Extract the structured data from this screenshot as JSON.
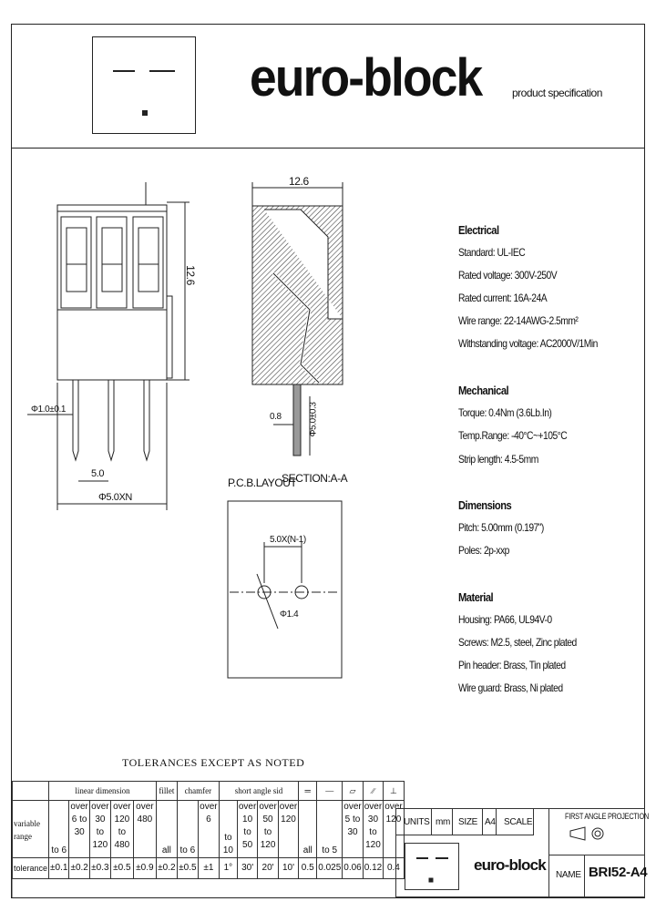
{
  "header": {
    "brand": "euro-block",
    "subtitle": "product specification"
  },
  "specs": [
    {
      "heading": "Electrical",
      "lines": [
        "Standard: UL-IEC",
        "Rated voltage: 300V-250V",
        "Rated current: 16A-24A",
        "Wire range: 22-14AWG-2.5mm²",
        "Withstanding voltage: AC2000V/1Min"
      ]
    },
    {
      "heading": "Mechanical",
      "lines": [
        "Torque: 0.4Nm (3.6Lb.In)",
        "Temp.Range: -40°C~+105°C",
        "Strip length: 4.5-5mm"
      ]
    },
    {
      "heading": "Dimensions",
      "lines": [
        "Pitch: 5.00mm (0.197\")",
        "Poles: 2p-xxp"
      ]
    },
    {
      "heading": "Material",
      "lines": [
        "Housing: PA66, UL94V-0",
        "Screws: M2.5, steel, Zinc plated",
        "Pin header: Brass, Tin plated",
        "Wire guard: Brass, Ni plated"
      ]
    }
  ],
  "drawing": {
    "dim_height": "12.6",
    "dim_width_top": "12.6",
    "dim_pin": "Φ1.0±0.1",
    "dim_pitch": "5.0",
    "dim_total": "Φ5.0XN",
    "dim_section_w": "0.8",
    "dim_section_h": "Φ5.0±0.3",
    "pcb_label": "P.C.B.LAYOUT",
    "section_label": "SECTION:A-A",
    "pcb_dim": "5.0X(N-1)",
    "pcb_hole": "Φ1.4"
  },
  "tolerances": {
    "title": "TOLERANCES EXCEPT AS NOTED",
    "groups": {
      "linear": "linear dimension",
      "fillet": "fillet",
      "chamfer": "chamfer",
      "angle": "short angle sid"
    },
    "side_label": [
      "variable",
      "range"
    ],
    "row_label": "tolerance",
    "ranges": [
      "to 6",
      "over 6 to 30",
      "over 30 to 120",
      "over 120 to 480",
      "over 480",
      "all",
      "to 6",
      "over 6",
      "to 10",
      "over 10 to 50",
      "over 50 to 120",
      "over 120",
      "all",
      "to 5",
      "over 5 to 30",
      "over 30 to 120",
      "over 120"
    ],
    "values": [
      "±0.1",
      "±0.2",
      "±0.3",
      "±0.5",
      "±0.9",
      "±0.2",
      "±0.5",
      "±1",
      "1°",
      "30'",
      "20'",
      "10'",
      "0.5",
      "0.025",
      "0.06",
      "0.12",
      "0.4"
    ]
  },
  "titleblock": {
    "units_label": "UNITS",
    "units": "mm",
    "size_label": "SIZE",
    "size": "A4",
    "scale_label": "SCALE",
    "projection": "FIRST ANGLE PROJECTION",
    "brand": "euro-block",
    "name_label": "NAME",
    "part_number": "BRI52-A4"
  }
}
